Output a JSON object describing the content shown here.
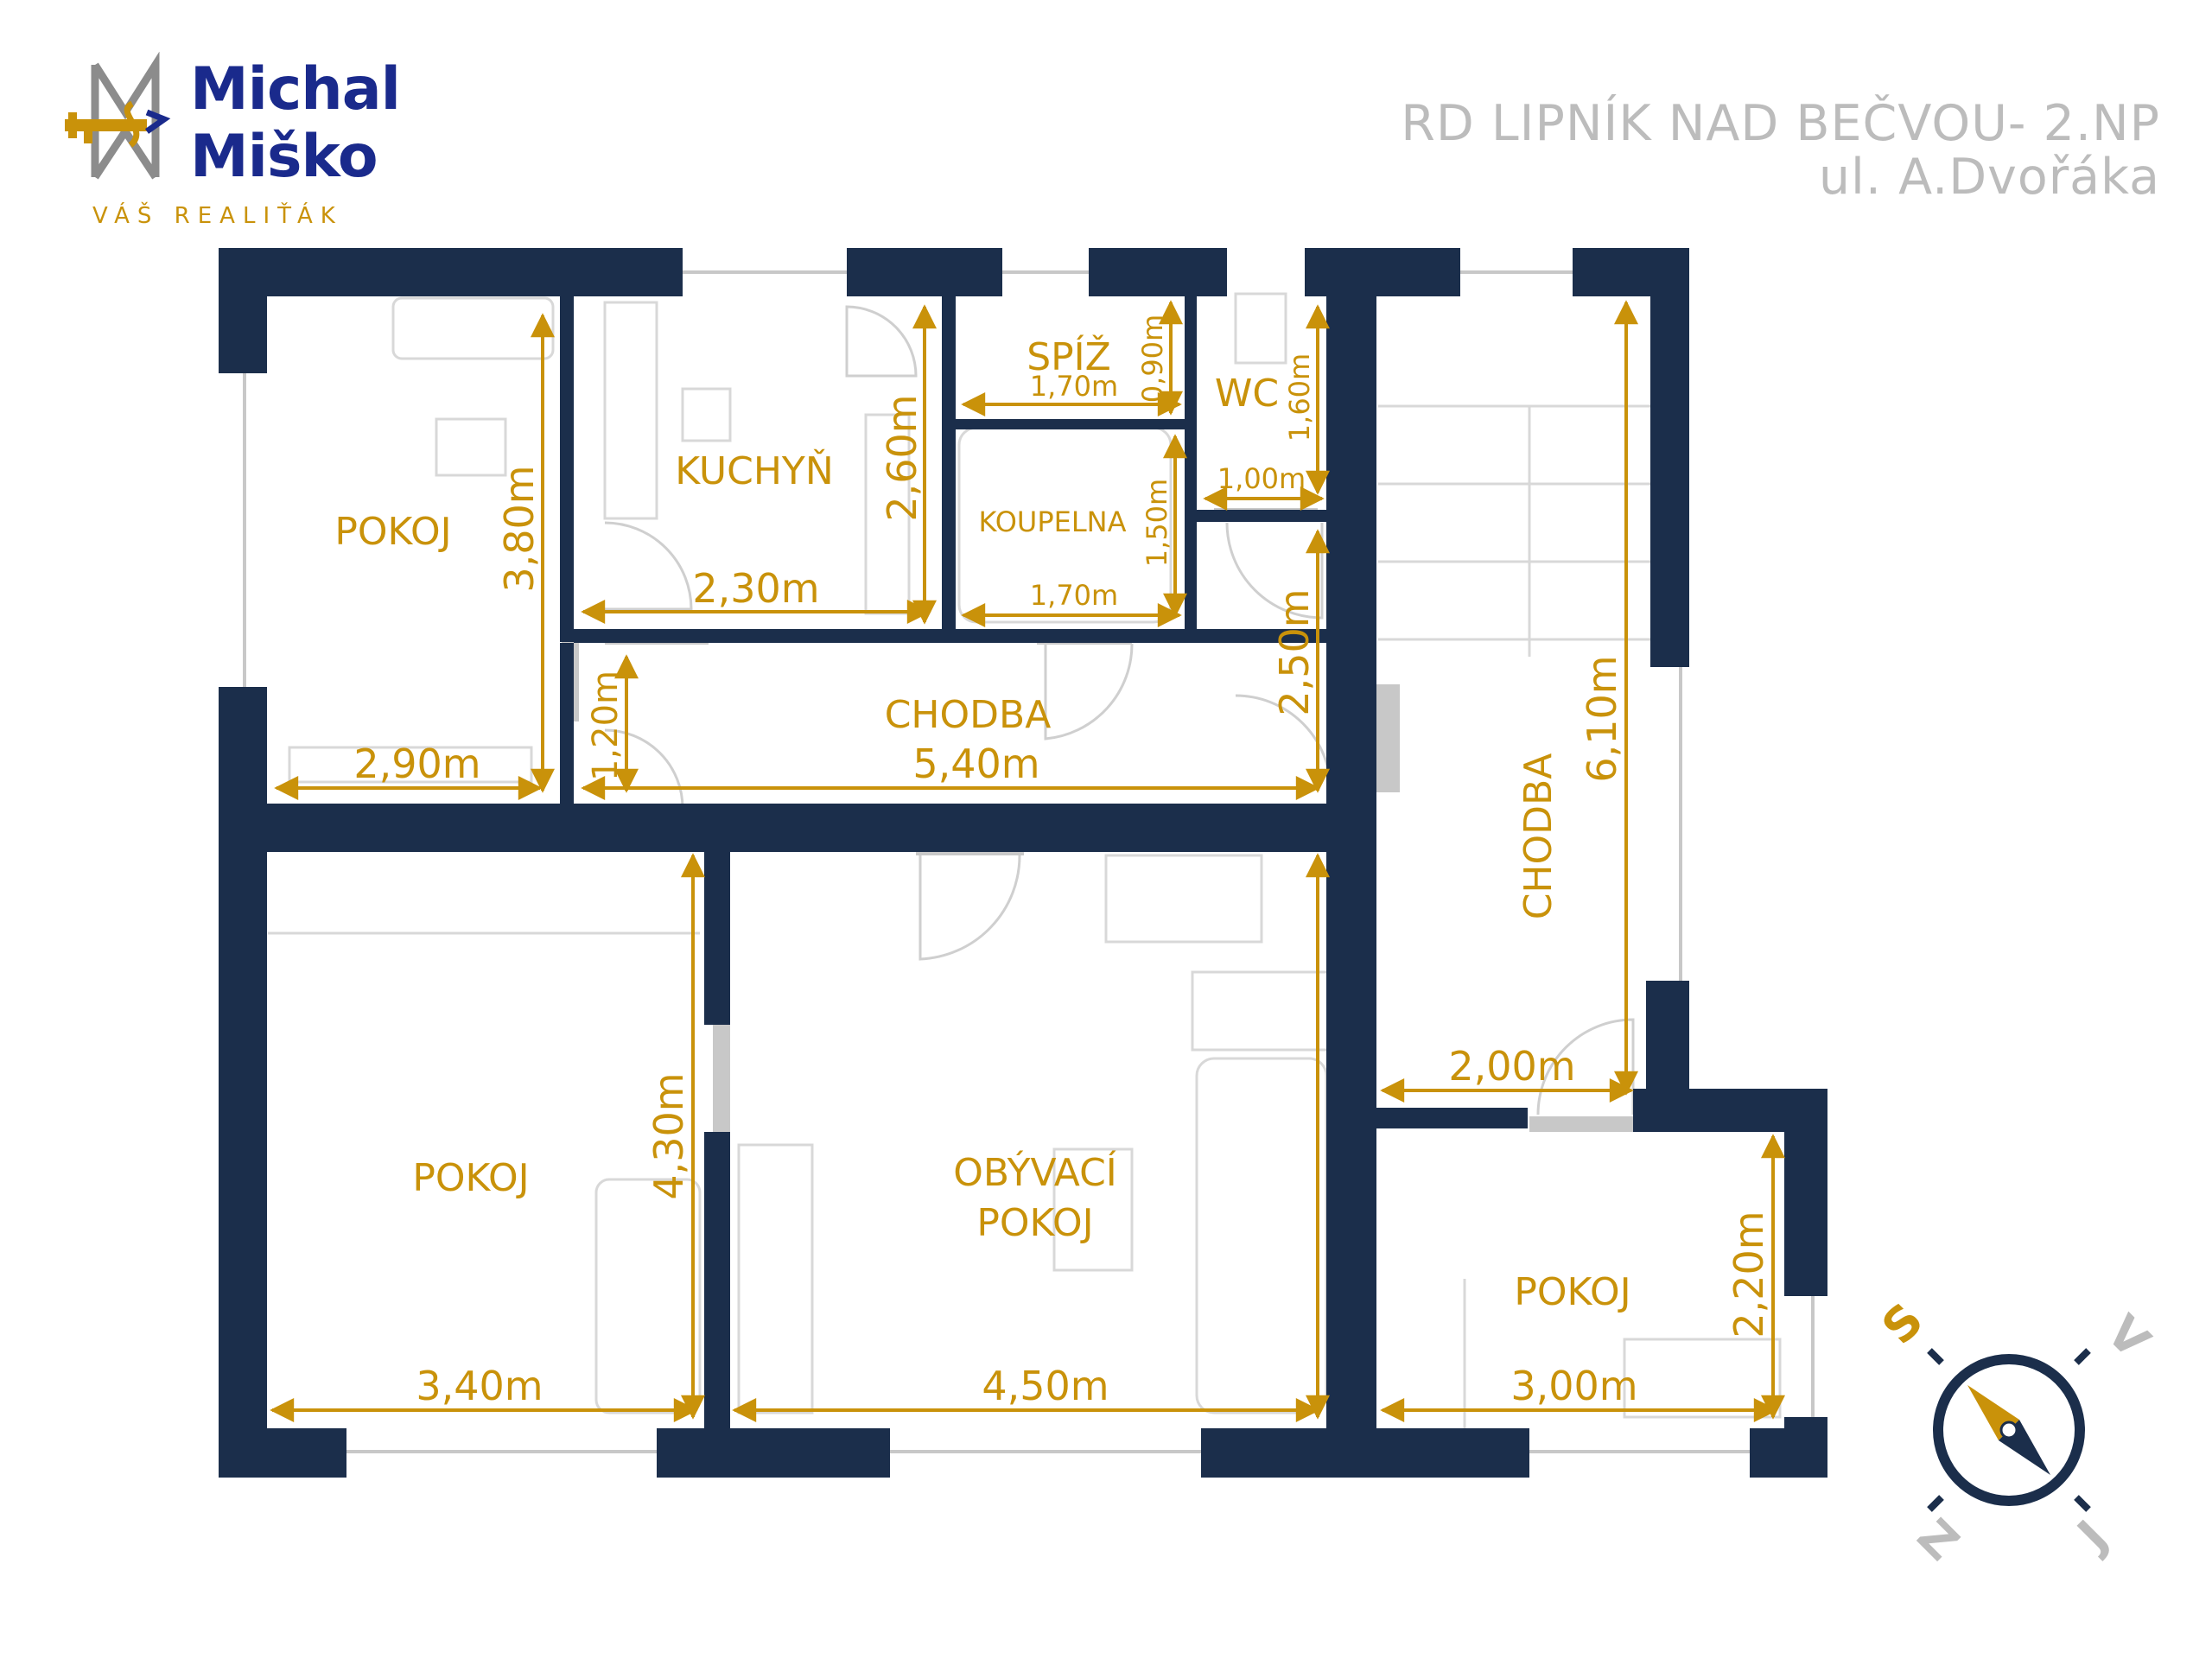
{
  "brand": {
    "name_line1": "Michal",
    "name_line2": "Miško",
    "tagline": "VÁŠ REALIŤÁK",
    "colors": {
      "navy": "#1a2a8c",
      "gold": "#c9920a",
      "grey": "#8c8c8c"
    }
  },
  "title": {
    "line1": "RD LIPNÍK NAD BEČVOU- 2.NP",
    "line2": "ul. A.Dvořáka"
  },
  "rooms": {
    "pokoj_nw": "POKOJ",
    "kuchyn": "KUCHYŇ",
    "spiz": "SPÍŽ",
    "wc": "WC",
    "koupelna": "KOUPELNA",
    "chodba_center": "CHODBA",
    "chodba_east": "CHODBA",
    "pokoj_sw": "POKOJ",
    "obyvaci_line1": "OBÝVACÍ",
    "obyvaci_line2": "POKOJ",
    "pokoj_se": "POKOJ"
  },
  "dimensions": {
    "pokoj_nw_height": "3,80m",
    "pokoj_nw_width": "2,90m",
    "kuchyn_height": "2,60m",
    "kuchyn_width": "2,30m",
    "spiz_width": "1,70m",
    "spiz_height": "0,90m",
    "wc_height": "1,60m",
    "wc_width": "1,00m",
    "koupelna_height": "1,50m",
    "koupelna_width": "1,70m",
    "chodba_height": "2,50m",
    "chodba_short": "1,20m",
    "chodba_width": "5,40m",
    "chodba_east_height": "6,10m",
    "chodba_east_width": "2,00m",
    "pokoj_sw_height": "4,30m",
    "pokoj_sw_width": "3,40m",
    "obyvaci_width": "4,50m",
    "pokoj_se_height": "2,20m",
    "pokoj_se_width": "3,00m"
  },
  "compass": {
    "north": "S",
    "east": "V",
    "south": "J",
    "west": "Z"
  }
}
